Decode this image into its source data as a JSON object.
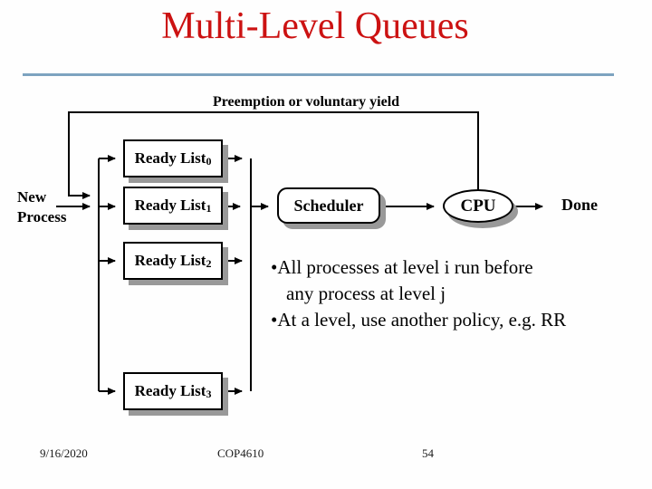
{
  "slide_title": "Multi-Level Queues",
  "colors": {
    "title": "#cc1212",
    "rule": "#7da3c0",
    "shadow": "#999999",
    "connector": "#000000"
  },
  "diagram": {
    "preemption_label": "Preemption or voluntary yield",
    "new_process_label": "New Process",
    "ready_lists": [
      {
        "label": "Ready List",
        "subscript": "0"
      },
      {
        "label": "Ready List",
        "subscript": "1"
      },
      {
        "label": "Ready List",
        "subscript": "2"
      },
      {
        "label": "Ready List",
        "subscript": "3"
      }
    ],
    "scheduler_label": "Scheduler",
    "cpu_label": "CPU",
    "done_label": "Done"
  },
  "bullets": [
    {
      "lines": [
        "•All processes at level i run before",
        "any process at level j"
      ]
    },
    {
      "lines": [
        "•At a level, use another policy, e.g. RR"
      ]
    }
  ],
  "footer": {
    "date": "9/16/2020",
    "course": "COP4610",
    "page_number": "54"
  }
}
